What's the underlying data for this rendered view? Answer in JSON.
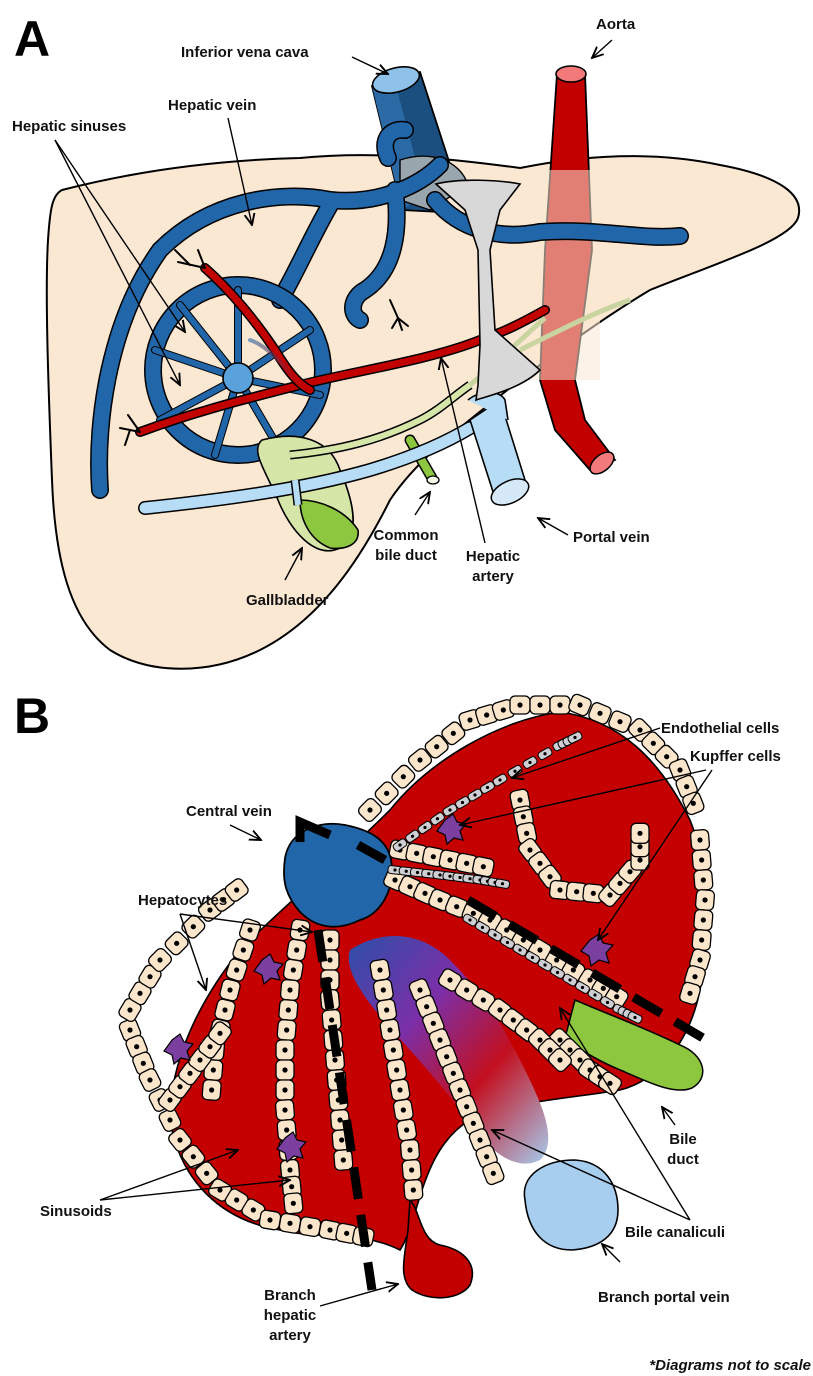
{
  "panel_a": {
    "letter": "A",
    "labels": {
      "inferior_vena_cava": "Inferior vena cava",
      "aorta": "Aorta",
      "hepatic_vein": "Hepatic vein",
      "hepatic_sinuses": "Hepatic sinuses",
      "common_bile_duct_line1": "Common",
      "common_bile_duct_line2": "bile duct",
      "hepatic_artery_line1": "Hepatic",
      "hepatic_artery_line2": "artery",
      "portal_vein": "Portal vein",
      "gallbladder": "Gallbladder"
    }
  },
  "panel_b": {
    "letter": "B",
    "labels": {
      "endothelial_cells": "Endothelial cells",
      "kupffer_cells": "Kupffer cells",
      "central_vein": "Central vein",
      "hepatocytes": "Hepatocytes",
      "bile_duct_line1": "Bile",
      "bile_duct_line2": "duct",
      "sinusoids": "Sinusoids",
      "bile_canaliculi": "Bile canaliculi",
      "branch_hepatic_artery_line1": "Branch",
      "branch_hepatic_artery_line2": "hepatic",
      "branch_hepatic_artery_line3": "artery",
      "branch_portal_vein": "Branch portal vein"
    }
  },
  "footnote": "*Diagrams not to scale",
  "colors": {
    "liver": "#fbe8d3",
    "hepatic_vein": "#2166a8",
    "hepatic_vein_dark": "#1a4f80",
    "artery": "#c20000",
    "aorta_top": "#f27a7a",
    "portal_vein": "#b7dcf5",
    "gallbladder": "#8dc63f",
    "gallbladder_light": "#d5e6a8",
    "ivc_top": "#8ec2e8",
    "hepatocyte": "#fbe6cc",
    "endothelial": "#cfcfd3",
    "kupffer": "#7b3fa0",
    "sinusoid": "#c40000",
    "branch_portal_vein": "#a7cdef",
    "ligament": "#d8d8d8"
  }
}
